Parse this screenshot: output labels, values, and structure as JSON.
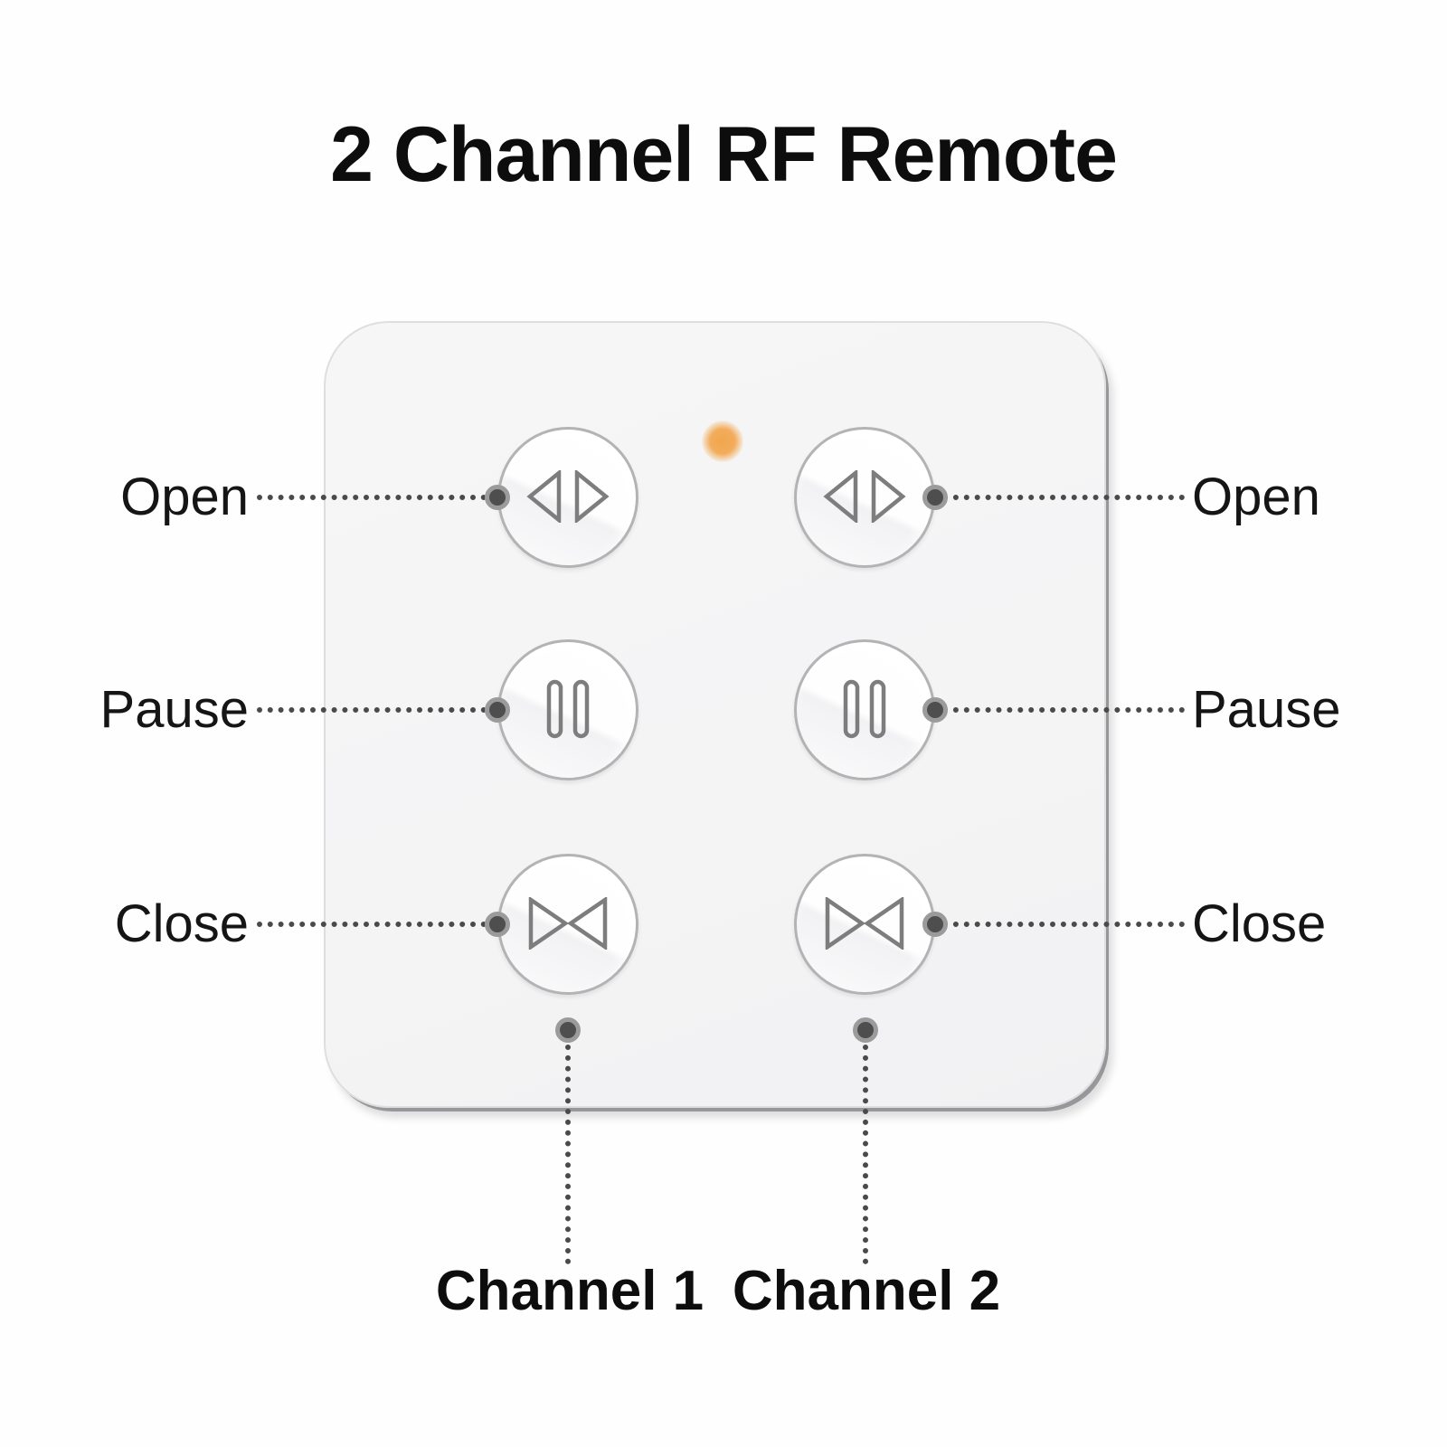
{
  "title": "2 Channel RF Remote",
  "side_labels": {
    "left": [
      "Open",
      "Pause",
      "Close"
    ],
    "right": [
      "Open",
      "Pause",
      "Close"
    ]
  },
  "remote": {
    "channels": [
      {
        "label": "Channel 1",
        "buttons": [
          "open",
          "pause",
          "close"
        ]
      },
      {
        "label": "Channel 2",
        "buttons": [
          "open",
          "pause",
          "close"
        ]
      }
    ],
    "led": "status-led"
  },
  "colors": {
    "led": "#F2A851",
    "panel_background": "#F5F5F6",
    "button_border": "#B3B3B6",
    "icon_stroke": "#7D7D7D",
    "leader_dots": "#4A4A4A",
    "text": "#111111"
  }
}
